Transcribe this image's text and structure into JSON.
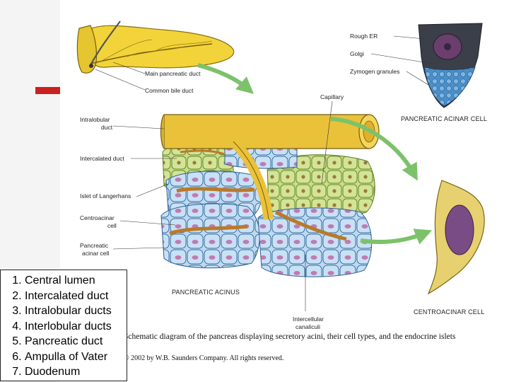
{
  "figure": {
    "labels": {
      "main_pancreatic_duct": "Main pancreatic duct",
      "common_bile_duct": "Common bile duct",
      "rough_er": "Rough ER",
      "golgi": "Golgi",
      "zymogen_granules": "Zymogen granules",
      "pancreatic_acinar_cell": "PANCREATIC ACINAR CELL",
      "capillary": "Capillary",
      "intralobular_duct_line1": "Intralobular",
      "intralobular_duct_line2": "duct",
      "intercalated_duct": "Intercalated duct",
      "islet_of_langerhans": "Islet of Langerhans",
      "centroacinar_cell_line1": "Centroacinar",
      "centroacinar_cell_line2": "cell",
      "pancreatic_acinar_cell_line1": "Pancreatic",
      "pancreatic_acinar_cell_line2": "acinar cell",
      "pancreatic_acinus": "PANCREATIC ACINUS",
      "intercellular_canaliculi_line1": "Intercellular",
      "intercellular_canaliculi_line2": "canaliculi",
      "centroacinar_cell_caps": "CENTROACINAR CELL"
    },
    "caption": "Schematic diagram of the pancreas displaying secretory acini, their cell types, and the endocrine islets",
    "copyright": "© 2002 by W.B. Saunders Company. All rights reserved.",
    "colors": {
      "pancreas": "#f2d43a",
      "acinus": "#bcd9f0",
      "islet": "#c8dc8a",
      "duct": "#e9c23a",
      "arrow": "#7cc26a",
      "accent": "#cc1f1f"
    }
  },
  "legend": {
    "items": [
      "Central lumen",
      "Intercalated duct",
      "Intralobular ducts",
      "Interlobular ducts",
      "Pancreatic duct",
      "Ampulla of Vater",
      "Duodenum"
    ]
  }
}
